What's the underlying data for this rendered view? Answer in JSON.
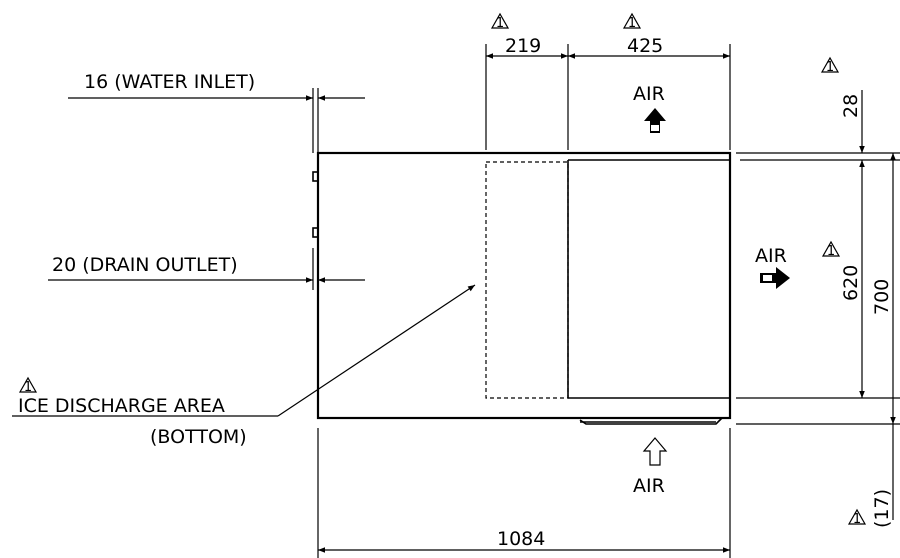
{
  "revision_mark": "1",
  "dimensions": {
    "d219": "219",
    "d425": "425",
    "d28": "28",
    "d620": "620",
    "d700": "700",
    "d1084": "1084",
    "d17": "(17)"
  },
  "labels": {
    "water_inlet": "16 (WATER INLET)",
    "drain_outlet": "20 (DRAIN OUTLET)",
    "ice_discharge_line1": "ICE DISCHARGE AREA",
    "ice_discharge_line2": "(BOTTOM)",
    "air_top": "AIR",
    "air_right": "AIR",
    "air_bottom": "AIR"
  }
}
